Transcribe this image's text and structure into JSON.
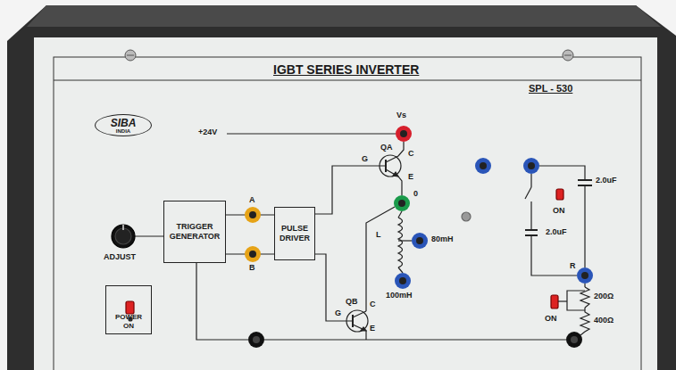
{
  "diagram": {
    "title": "IGBT SERIES INVERTER",
    "nodes": [
      {
        "text": [
          "SIBA",
          "INDIA"
        ]
      },
      {
        "text": [
          "TRIGGER GENERATOR"
        ]
      },
      {
        "text": [
          "PULSE DRIVER"
        ]
      },
      {
        "text": [
          "POWER ON"
        ]
      }
    ],
    "edges": [
      {
        "from": 1,
        "to": 2,
        "arrow": "none"
      },
      {
        "from": 1,
        "to": 2,
        "arrow": "none"
      }
    ],
    "labels": [
      "SPL - 530",
      "+24V",
      "Vs",
      "QA",
      "G",
      "C",
      "E",
      "0",
      "L",
      "80mH",
      "100mH",
      "A",
      "B",
      "ADJUST",
      "QB",
      "G",
      "C",
      "E",
      "ON",
      "2.0uF",
      "2.0uF",
      "R",
      "200Ω",
      "400Ω",
      "ON"
    ]
  }
}
